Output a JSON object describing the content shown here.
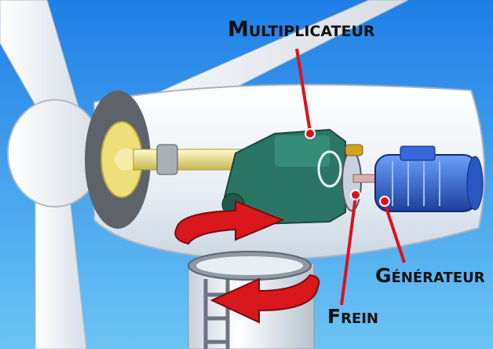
{
  "labels": {
    "gearbox": "Multiplicateur",
    "brake": "Frein",
    "generator": "Générateur"
  },
  "colors": {
    "sky": "#2f8fe8",
    "gearbox": "#2b7566",
    "generator": "#2f5fd0",
    "arrows": "#d8181c",
    "pointer": "#e0101a",
    "shaft": "#e8e08a"
  }
}
